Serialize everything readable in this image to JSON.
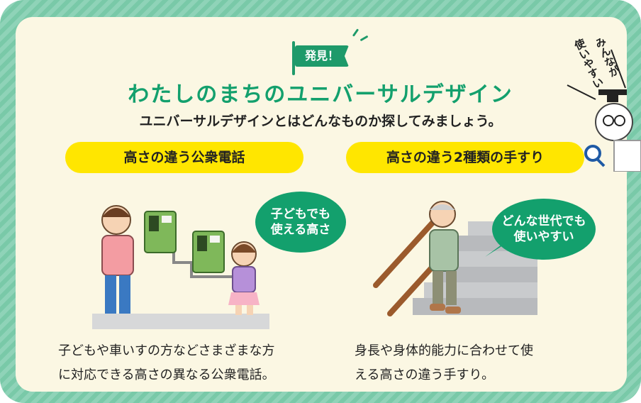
{
  "header": {
    "badge": "発見！",
    "title": "わたしのまちのユニバーサルデザイン",
    "subtitle": "ユニバーサルデザインとはどんなものか探してみましょう。"
  },
  "sections": [
    {
      "heading": "高さの違う公衆電話",
      "speech_line1": "子どもでも",
      "speech_line2": "使える高さ",
      "caption_line1": "子どもや車いすの方などさまざまな方",
      "caption_line2": "に対応できる高さの異なる公衆電話。"
    },
    {
      "heading": "高さの違う2種類の手すり",
      "speech_line1": "どんな世代でも",
      "speech_line2": "使いやすい",
      "caption_line1": "身長や身体的能力に合わせて使",
      "caption_line2": "える高さの違う手すり。"
    }
  ],
  "mascot": {
    "text_line1": "使いやすい",
    "text_line2": "みんなが"
  },
  "colors": {
    "green": "#13a06d",
    "yellow": "#ffe600",
    "cream": "#fbf7e3"
  }
}
